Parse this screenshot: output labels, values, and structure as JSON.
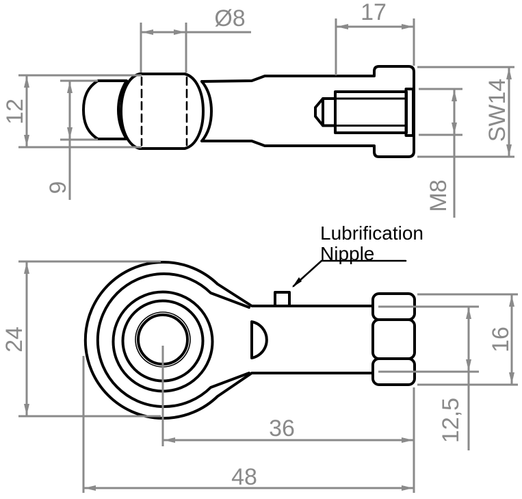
{
  "drawing": {
    "dimensions": {
      "bore_diameter": "Ø8",
      "thread_length": "17",
      "housing_width": "12",
      "ball_width": "9",
      "hex_across_flats": "SW14",
      "thread_size": "M8",
      "head_height": "24",
      "nut_height": "16",
      "shank_height": "12,5",
      "center_to_end": "36",
      "overall_length": "48"
    },
    "labels": {
      "lubrification_line1": "Lubrification",
      "lubrification_line2": "Nipple"
    },
    "colors": {
      "outline": "#000000",
      "dimension": "#8a8a8a",
      "background": "#ffffff"
    }
  }
}
